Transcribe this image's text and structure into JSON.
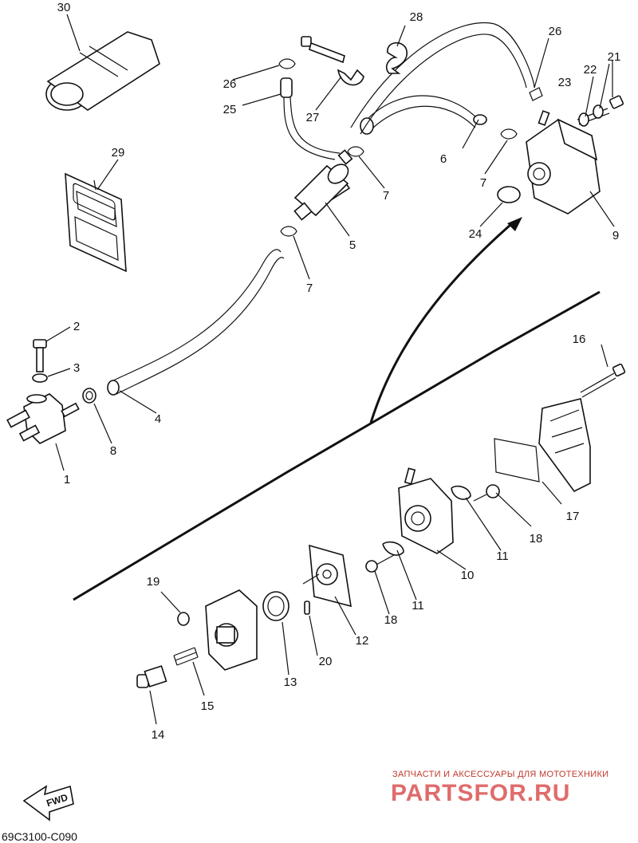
{
  "diagram_code": "69C3100-C090",
  "watermark": {
    "tagline": "ЗАПЧАСТИ И АКСЕССУАРЫ ДЛЯ МОТОТЕХНИКИ",
    "brand": "PARTSFOR.RU"
  },
  "fwd_label": "FWD",
  "callouts": {
    "c1": "1",
    "c2": "2",
    "c3": "3",
    "c4": "4",
    "c5": "5",
    "c6": "6",
    "c7a": "7",
    "c7b": "7",
    "c7c": "7",
    "c8": "8",
    "c9": "9",
    "c10": "10",
    "c11a": "11",
    "c11b": "11",
    "c12": "12",
    "c13": "13",
    "c14": "14",
    "c15": "15",
    "c16": "16",
    "c17": "17",
    "c18a": "18",
    "c18b": "18",
    "c19": "19",
    "c20": "20",
    "c21": "21",
    "c22": "22",
    "c23": "23",
    "c24": "24",
    "c25": "25",
    "c26a": "26",
    "c26b": "26",
    "c27": "27",
    "c28": "28",
    "c29": "29",
    "c30": "30"
  }
}
